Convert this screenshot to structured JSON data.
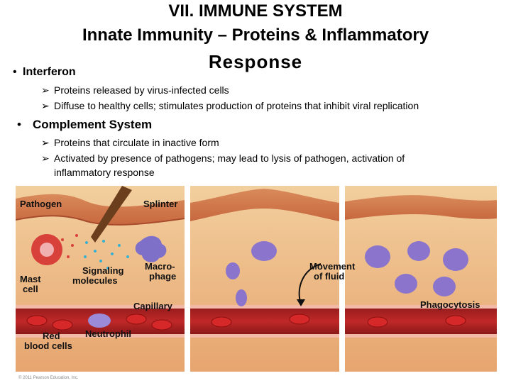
{
  "title": {
    "line1": "VII.  IMMUNE SYSTEM",
    "line2": "Innate Immunity – Proteins & Inflammatory",
    "line3": "Response"
  },
  "bullet_symbol": "•",
  "sub_symbol": "➢",
  "bullets": [
    {
      "label": "Interferon",
      "subs": [
        "Proteins released by virus-infected cells",
        "Diffuse to healthy cells; stimulates production of proteins that inhibit viral replication"
      ]
    },
    {
      "label": "Complement System",
      "subs": [
        "Proteins that circulate in inactive form",
        "Activated by presence of pathogens; may lead to lysis of pathogen, activation of",
        "inflammatory response"
      ]
    }
  ],
  "figure": {
    "labels": {
      "pathogen": "Pathogen",
      "splinter": "Splinter",
      "macrophage_1": "Macro-",
      "macrophage_2": "phage",
      "mast_1": "Mast",
      "mast_2": "cell",
      "signaling_1": "Signaling",
      "signaling_2": "molecules",
      "capillary": "Capillary",
      "neutrophil": "Neutrophil",
      "rbc_1": "Red",
      "rbc_2": "blood cells",
      "movement_1": "Movement",
      "movement_2": "of fluid",
      "phagocytosis": "Phagocytosis",
      "copyright": "© 2011 Pearson Education, Inc."
    }
  }
}
